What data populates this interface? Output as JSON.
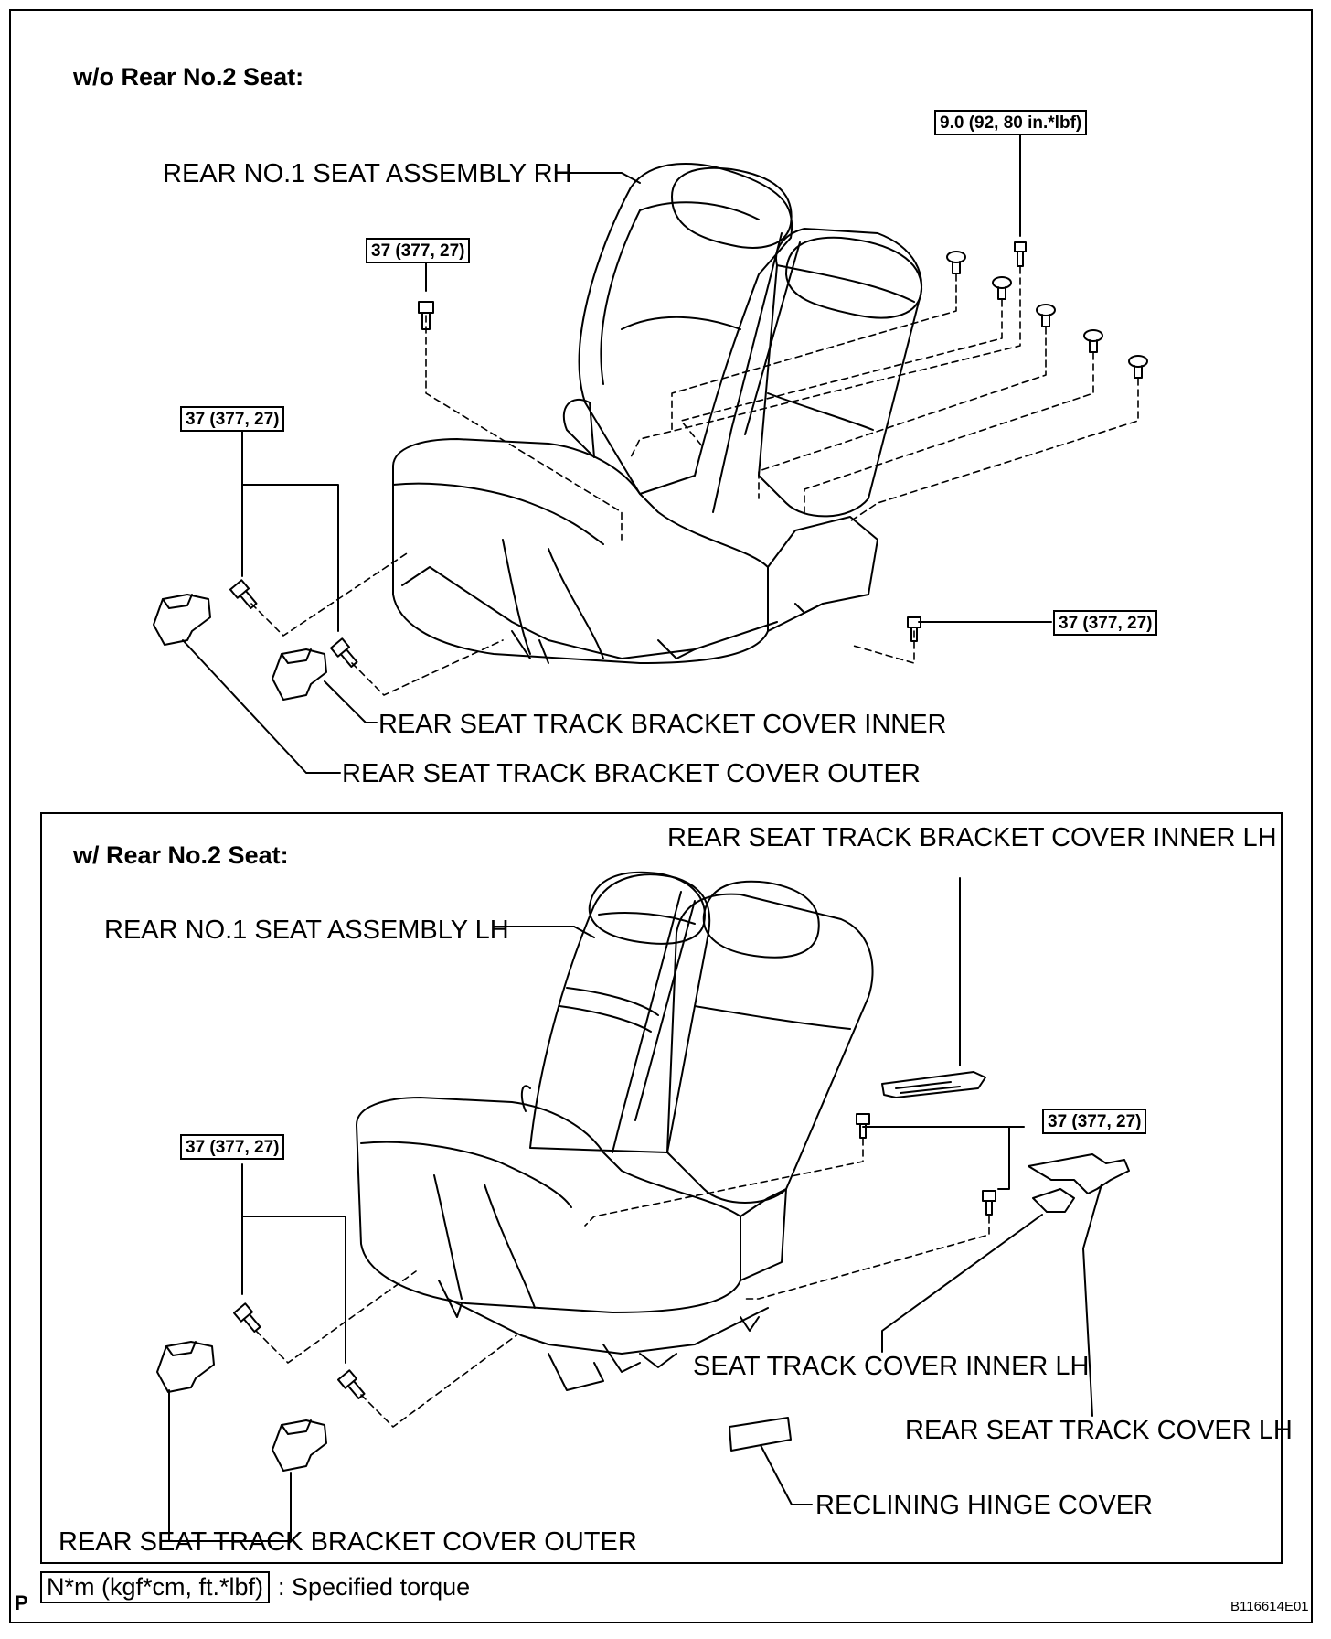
{
  "top_section": {
    "title": "w/o Rear No.2 Seat:",
    "seat_label": "REAR NO.1 SEAT ASSEMBLY RH",
    "torque_bolt_top": "9.0 (92, 80 in.*lbf)",
    "torque_center_bolt": "37 (377, 27)",
    "torque_left_bolts": "37 (377, 27)",
    "torque_right_bolt": "37 (377, 27)",
    "cover_inner_label": "REAR SEAT TRACK BRACKET COVER INNER",
    "cover_outer_label": "REAR SEAT TRACK BRACKET COVER OUTER"
  },
  "bottom_section": {
    "title": "w/ Rear No.2 Seat:",
    "seat_label": "REAR NO.1 SEAT ASSEMBLY LH",
    "bracket_inner_lh_label": "REAR SEAT TRACK BRACKET COVER INNER LH",
    "torque_left_bolts": "37 (377, 27)",
    "torque_right_bolts": "37 (377, 27)",
    "seat_track_cover_inner_label": "SEAT TRACK COVER INNER LH",
    "rear_seat_track_cover_label": "REAR SEAT TRACK COVER LH",
    "reclining_hinge_label": "RECLINING HINGE COVER",
    "cover_outer_label": "REAR SEAT TRACK BRACKET COVER OUTER"
  },
  "legend": {
    "unit_box": "N*m (kgf*cm, ft.*lbf)",
    "description": ": Specified torque",
    "page_letter": "P",
    "figure_code": "B116614E01"
  }
}
